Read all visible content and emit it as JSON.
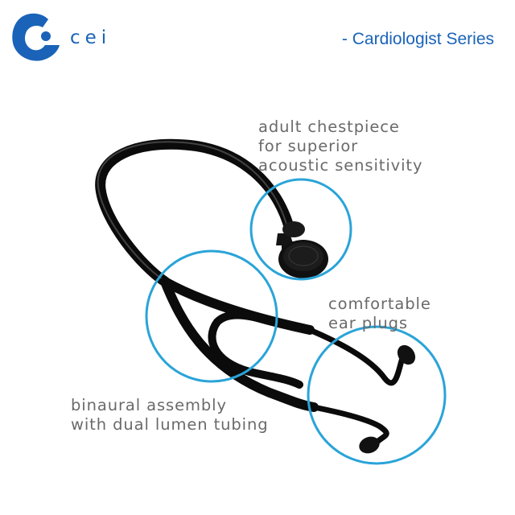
{
  "header": {
    "brand_name": "cei",
    "series_title": "- Cardiologist Series"
  },
  "logo": {
    "icon": "cei-logo-icon",
    "color": "#1a63b8"
  },
  "captions": {
    "chestpiece": [
      "adult chestpiece",
      "for superior",
      "acoustic sensitivity"
    ],
    "ear_plugs": [
      "comfortable",
      "ear plugs"
    ],
    "binaural": [
      "binaural assembly",
      "with dual lumen tubing"
    ]
  },
  "colors": {
    "brand_blue": "#1a63b8",
    "highlight_circle": "#2aa4d8",
    "caption_text": "#6a6a6a",
    "stethoscope": "#0b0b0b"
  },
  "product_image": {
    "subject": "black stethoscope"
  }
}
